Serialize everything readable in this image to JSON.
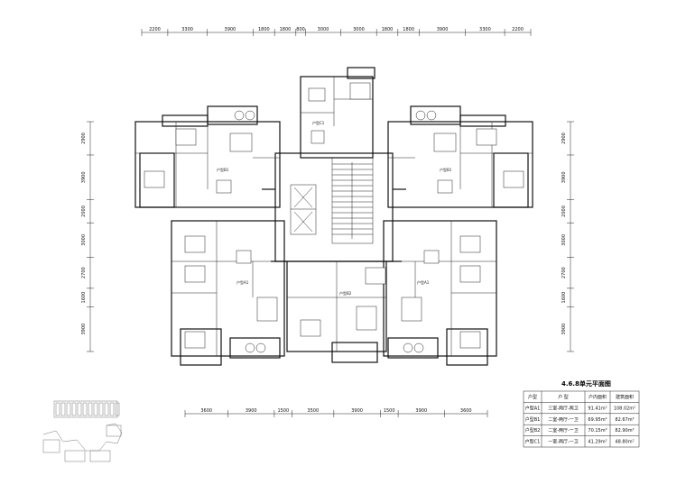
{
  "dimensions": {
    "top": [
      "2200",
      "3300",
      "3900",
      "1800",
      "1800",
      "800",
      "3000",
      "3000",
      "1800",
      "1800",
      "3900",
      "3300",
      "2200"
    ],
    "bottom": [
      "3600",
      "3900",
      "1500",
      "3500",
      "3900",
      "1500",
      "3900",
      "3600"
    ],
    "left": [
      "2900",
      "3900",
      "2000",
      "3000",
      "2700",
      "1600",
      "3900"
    ],
    "right": [
      "2900",
      "3900",
      "2000",
      "3000",
      "2700",
      "1600",
      "3900"
    ]
  },
  "units": {
    "A1": "户型A1",
    "B1": "户型B1",
    "B2": "户型B2",
    "C1": "户型C1"
  },
  "plan_title": "4.6.8单元平面图",
  "table": {
    "headers": [
      "户型",
      "户 型",
      "户内面积",
      "建筑面积"
    ],
    "rows": [
      [
        "户型A1",
        "三室-两厅-两卫",
        "91.41m²",
        "108.02m²"
      ],
      [
        "户型B1",
        "二室-两厅-一卫",
        "69.95m²",
        "82.67m²"
      ],
      [
        "户型B2",
        "二室-两厅-一卫",
        "70.15m²",
        "82.90m²"
      ],
      [
        "户型C1",
        "一室-两厅-一卫",
        "41.29m²",
        "48.80m²"
      ]
    ]
  },
  "colors": {
    "line": "#111111",
    "paper": "#ffffff"
  }
}
